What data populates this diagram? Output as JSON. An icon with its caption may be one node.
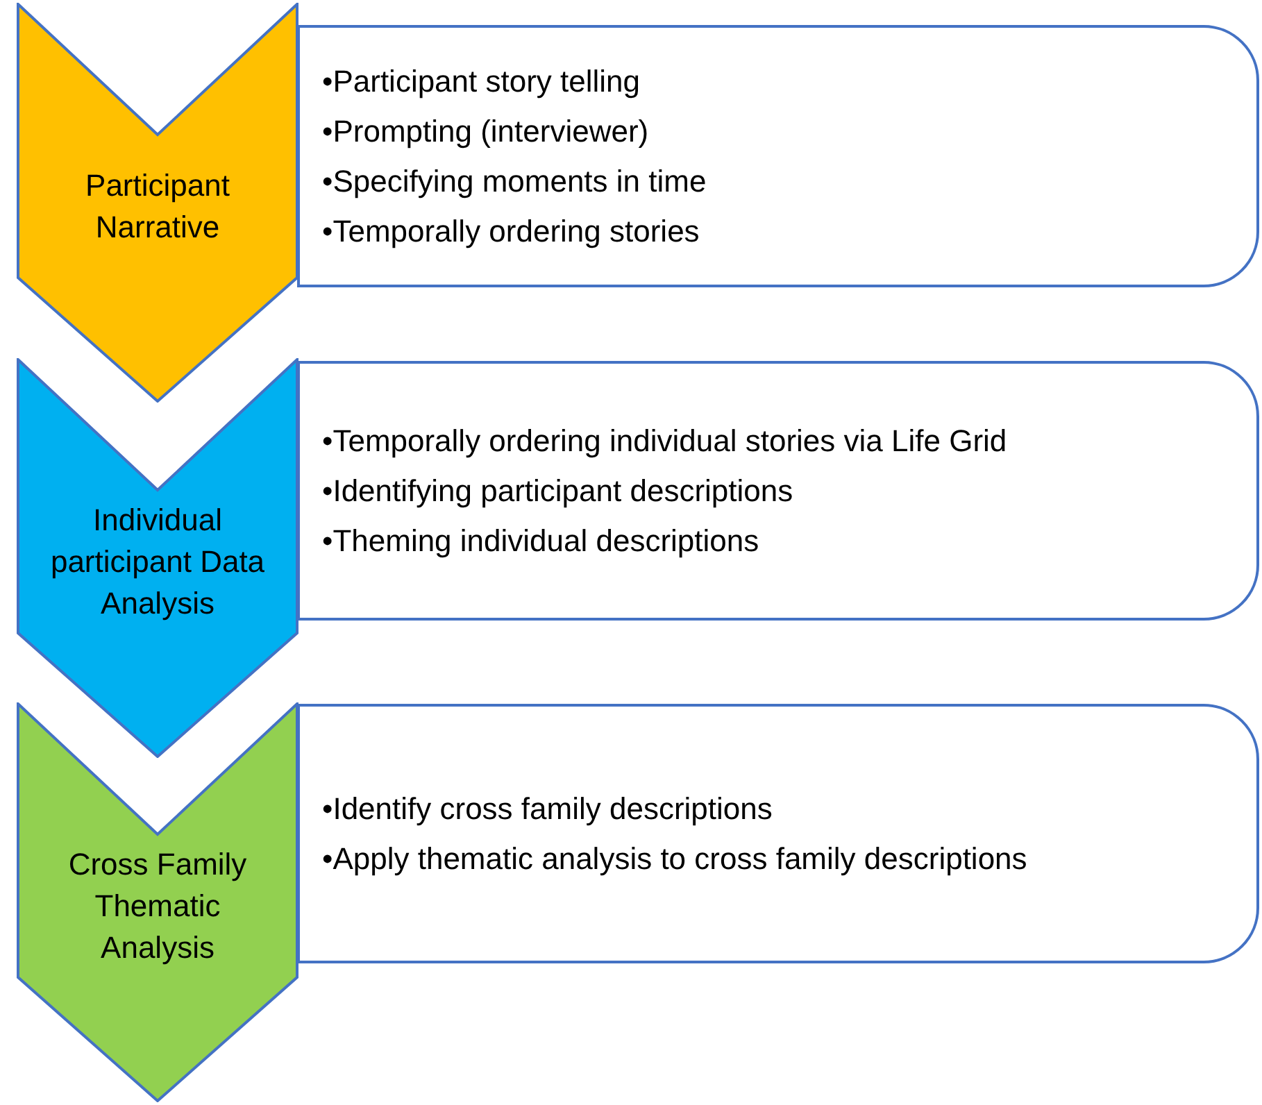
{
  "diagram": {
    "nodes": [
      {
        "text": [
          "Participant Narrative"
        ]
      },
      {
        "text": [
          "•Participant story telling",
          "•Prompting (interviewer)",
          "•Specifying moments in time",
          "•Temporally ordering stories"
        ]
      },
      {
        "text": [
          "Individual participant Data Analysis"
        ]
      },
      {
        "text": [
          "•Temporally ordering individual stories via Life Grid",
          "•Identifying participant descriptions",
          "•Theming individual descriptions"
        ]
      },
      {
        "text": [
          "Cross Family Thematic Analysis"
        ]
      },
      {
        "text": [
          "•Identify cross family descriptions",
          "•Apply thematic analysis to cross family descriptions"
        ]
      }
    ]
  }
}
